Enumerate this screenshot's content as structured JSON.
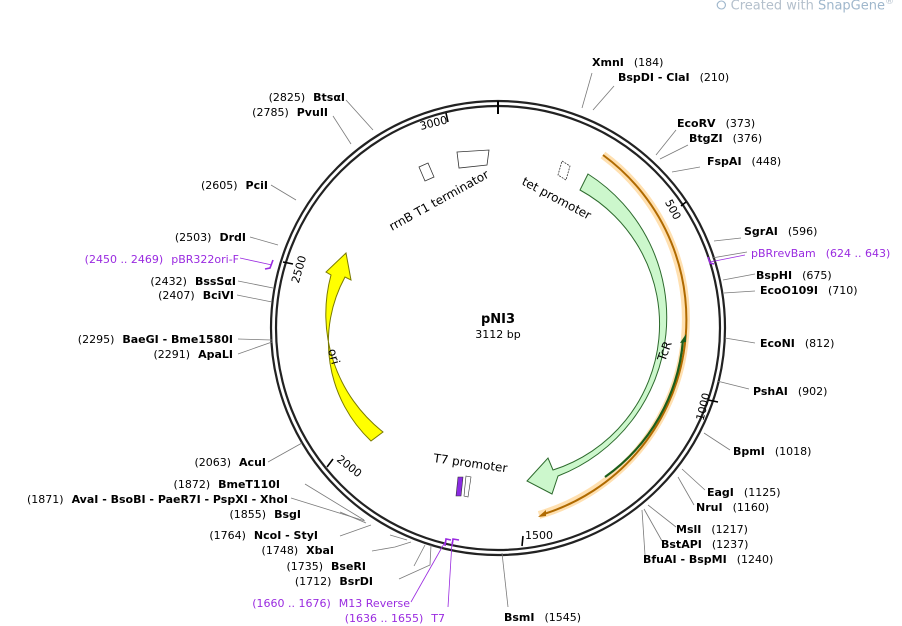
{
  "watermark": {
    "prefix": "Created with ",
    "brand": "SnapGene",
    "mark": "®"
  },
  "plasmid": {
    "name": "pNI3",
    "length_text": "3112 bp"
  },
  "ticks": [
    "500",
    "1000",
    "1500",
    "2000",
    "2500",
    "3000"
  ],
  "features": {
    "tet_promoter": "tet promoter",
    "rrnb": "rrnB T1 terminator",
    "tcr": "TcR",
    "ori": "ori",
    "t7_promoter": "T7 promoter"
  },
  "sites": [
    {
      "name": "XmnI",
      "pos": "(184)"
    },
    {
      "name": "BspDI",
      "pos": "(210)",
      "extra": "ClaI"
    },
    {
      "name": "EcoRV",
      "pos": "(373)"
    },
    {
      "name": "BtgZI",
      "pos": "(376)"
    },
    {
      "name": "FspAI",
      "pos": "(448)"
    },
    {
      "name": "SgrAI",
      "pos": "(596)"
    },
    {
      "name": "BspHI",
      "pos": "(675)"
    },
    {
      "name": "EcoO109I",
      "pos": "(710)"
    },
    {
      "name": "EcoNI",
      "pos": "(812)"
    },
    {
      "name": "PshAI",
      "pos": "(902)"
    },
    {
      "name": "BpmI",
      "pos": "(1018)"
    },
    {
      "name": "EagI",
      "pos": "(1125)"
    },
    {
      "name": "NruI",
      "pos": "(1160)"
    },
    {
      "name": "MslI",
      "pos": "(1217)"
    },
    {
      "name": "BstAPI",
      "pos": "(1237)"
    },
    {
      "name": "BfuAI",
      "pos": "(1240)",
      "extra": "BspMI"
    },
    {
      "name": "BsmI",
      "pos": "(1545)"
    },
    {
      "name": "BsrDI",
      "pos": "(1712)"
    },
    {
      "name": "BseRI",
      "pos": "(1735)"
    },
    {
      "name": "XbaI",
      "pos": "(1748)"
    },
    {
      "name": "NcoI",
      "pos": "(1764)",
      "extra": "StyI"
    },
    {
      "name": "BsgI",
      "pos": "(1855)"
    },
    {
      "name": "AvaI",
      "pos": "(1871)",
      "extras": [
        "BsoBI",
        "PaeR7I",
        "PspXI",
        "XhoI"
      ]
    },
    {
      "name": "BmeT110I",
      "pos": "(1872)"
    },
    {
      "name": "AcuI",
      "pos": "(2063)"
    },
    {
      "name": "ApaLI",
      "pos": "(2291)"
    },
    {
      "name": "BaeGI",
      "pos": "(2295)",
      "extra": "Bme1580I"
    },
    {
      "name": "BciVI",
      "pos": "(2407)"
    },
    {
      "name": "BssSαI",
      "pos": "(2432)"
    },
    {
      "name": "DrdI",
      "pos": "(2503)"
    },
    {
      "name": "PciI",
      "pos": "(2605)"
    },
    {
      "name": "PvuII",
      "pos": "(2785)"
    },
    {
      "name": "BtsαI",
      "pos": "(2825)"
    }
  ],
  "primers": [
    {
      "name": "pBRrevBam",
      "pos": "(624 .. 643)"
    },
    {
      "name": "pBR322ori-F",
      "pos": "(2450 .. 2469)"
    },
    {
      "name": "M13 Reverse",
      "pos": "(1660 .. 1676)"
    },
    {
      "name": "T7",
      "pos": "(1636 .. 1655)"
    }
  ],
  "colors": {
    "backbone": "#222222",
    "tcr_fill": "#ccf7cc",
    "ori_fill": "#ffff00",
    "orf": "#f5a623",
    "orf_inner": "#2e8b2e",
    "primer": "#9a2be0"
  }
}
